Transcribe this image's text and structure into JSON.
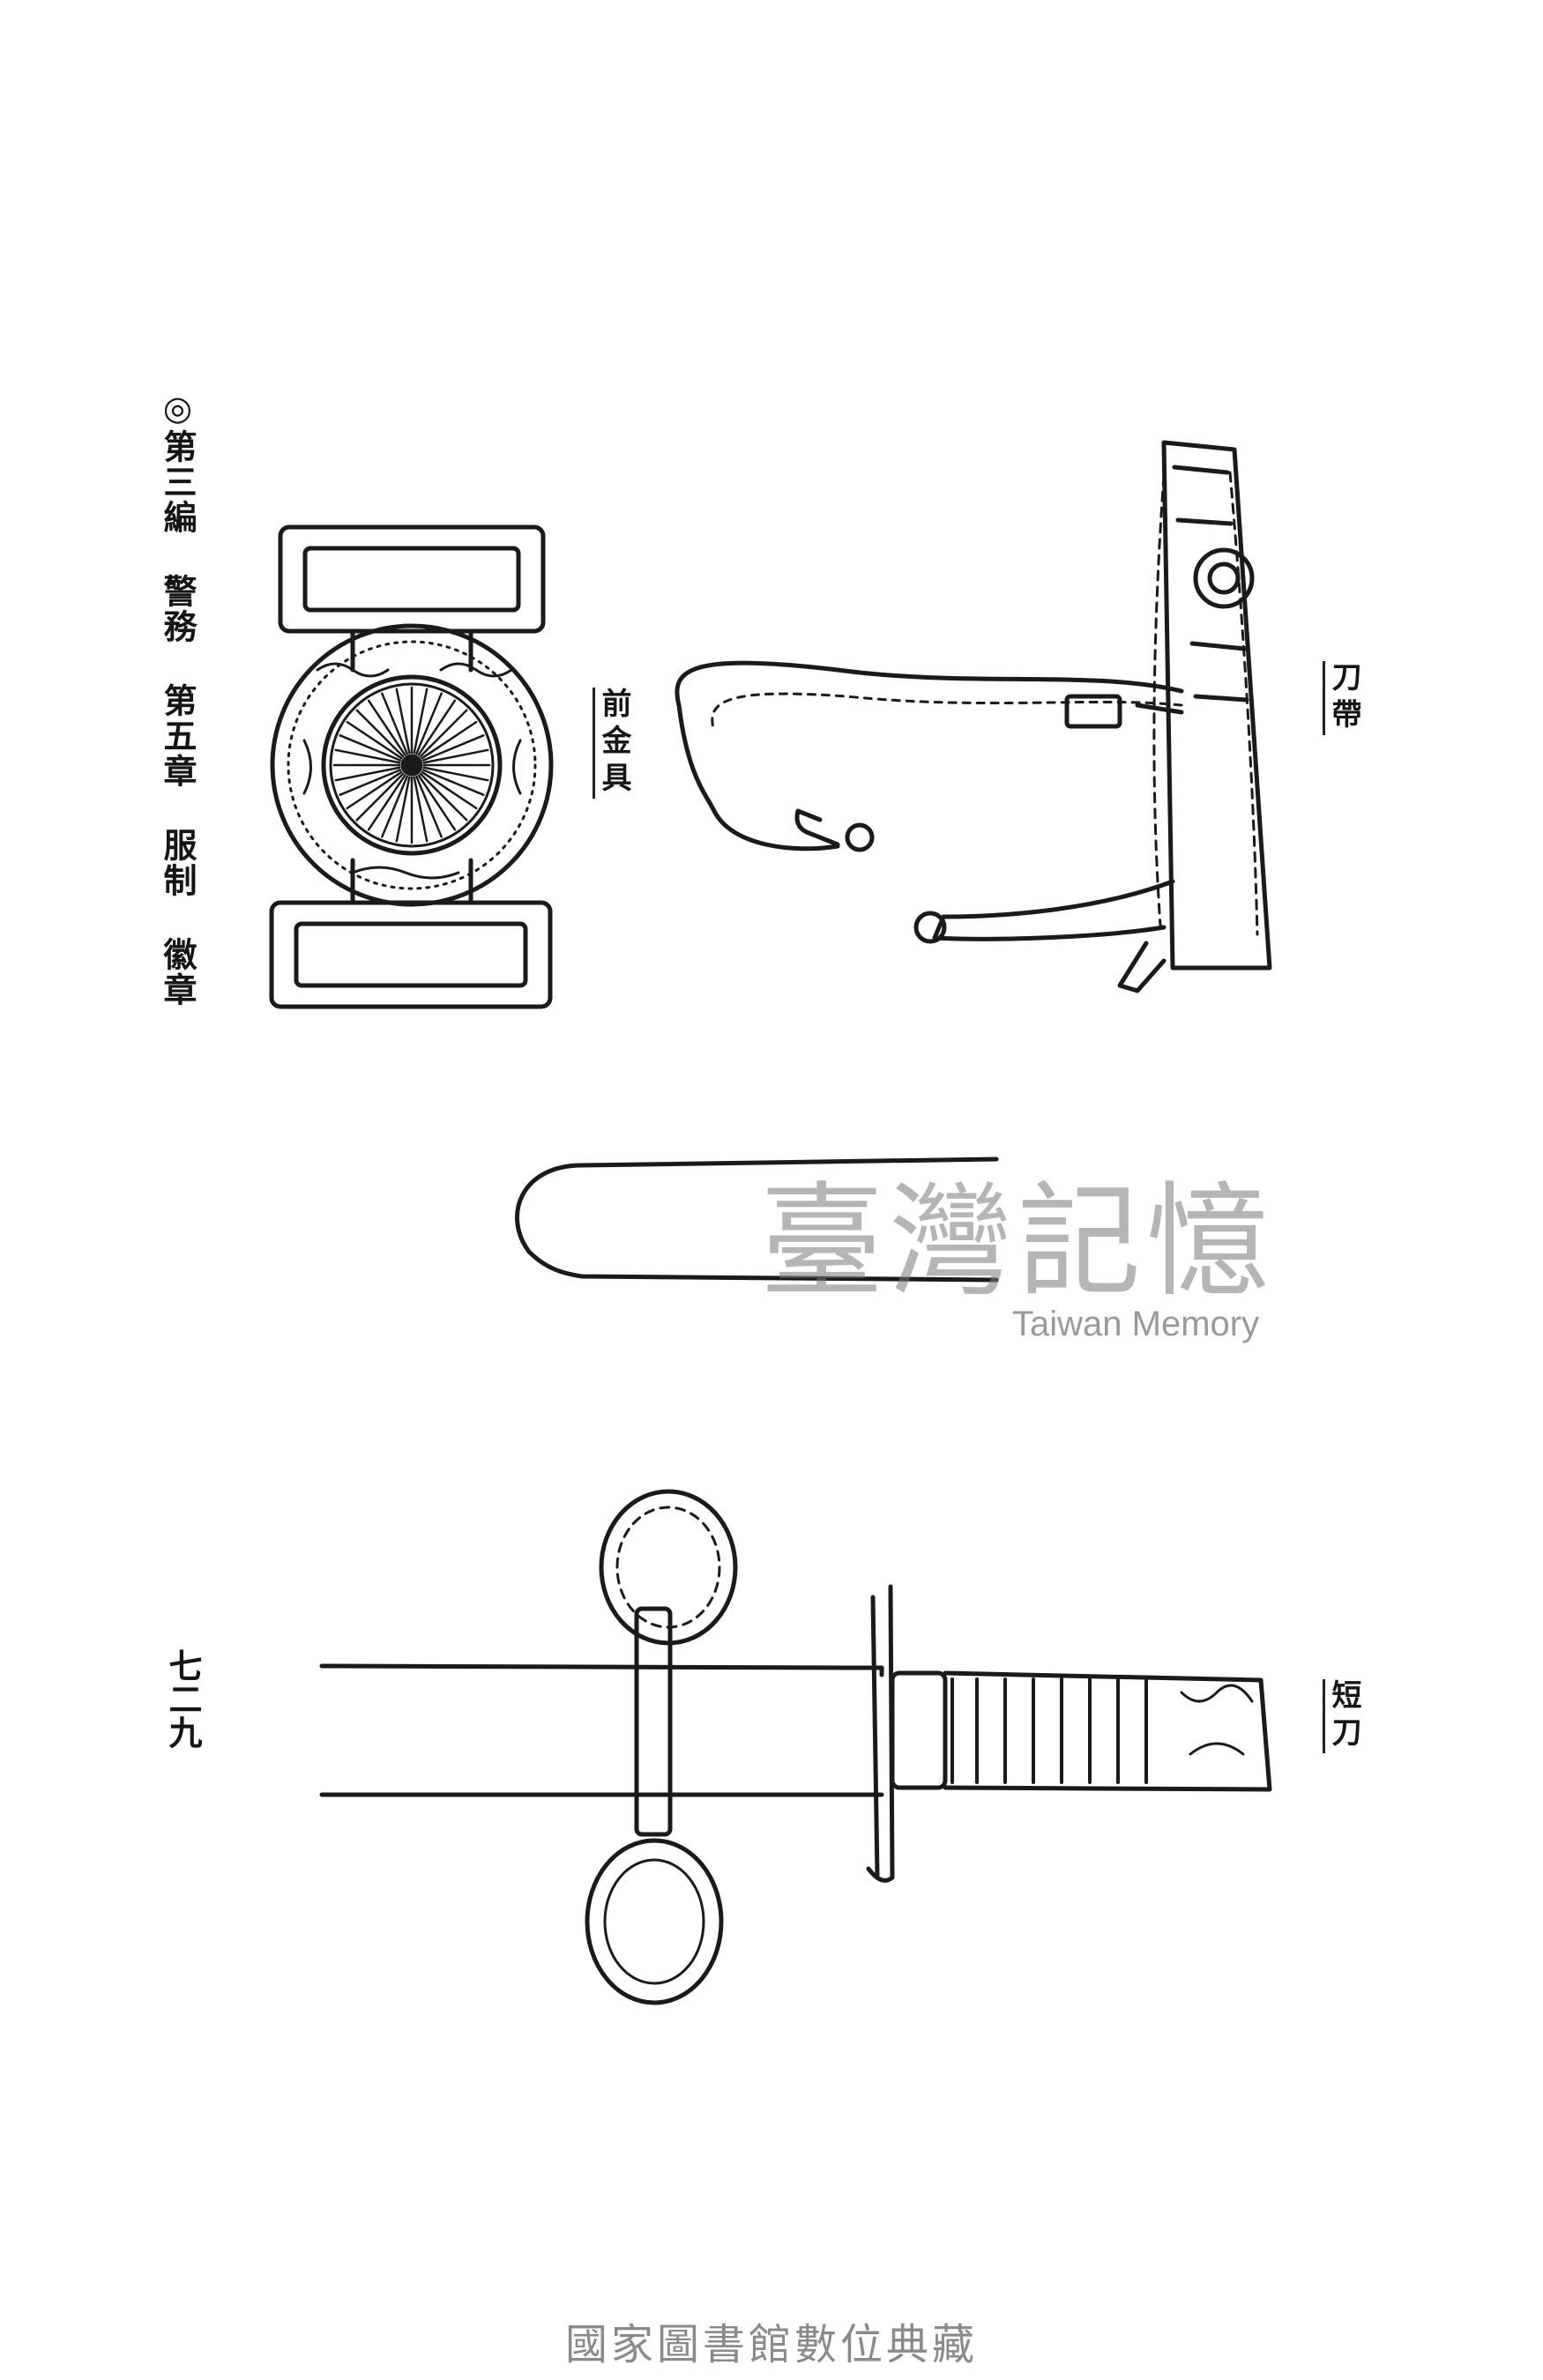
{
  "header": {
    "marker": "◎",
    "part": "第三編",
    "section": "警務",
    "chapter": "第五章",
    "topic": "服制",
    "subtopic": "徽章"
  },
  "page_number": "七二九",
  "figures": {
    "buckle_caption": "前金具",
    "belt_caption": "刀帶",
    "sword_caption": "短刀"
  },
  "watermark": {
    "title": "臺灣記憶",
    "subtitle": "Taiwan Memory"
  },
  "footer": "國家圖書館數位典藏"
}
